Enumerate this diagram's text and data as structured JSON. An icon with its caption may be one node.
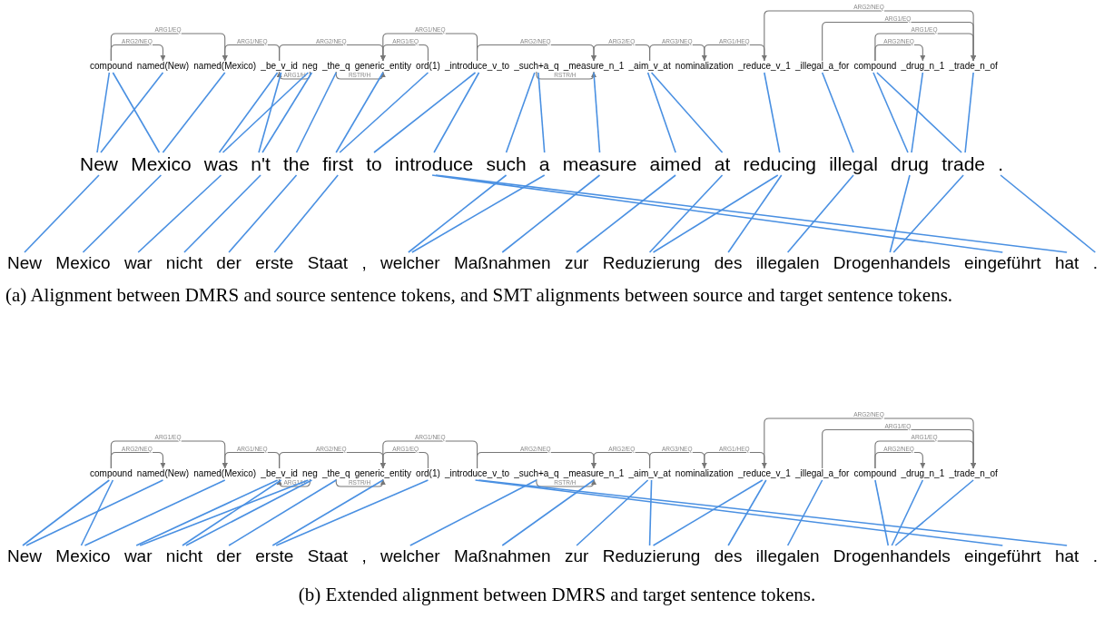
{
  "diagram": {
    "nodes": [
      {
        "text": [
          "compound"
        ]
      },
      {
        "text": [
          "named(New)"
        ]
      },
      {
        "text": [
          "named(Mexico)"
        ]
      },
      {
        "text": [
          "_be_v_id"
        ]
      },
      {
        "text": [
          "neg"
        ]
      },
      {
        "text": [
          "_the_q"
        ]
      },
      {
        "text": [
          "generic_entity"
        ]
      },
      {
        "text": [
          "ord(1)"
        ]
      },
      {
        "text": [
          "_introduce_v_to"
        ]
      },
      {
        "text": [
          "_such+a_q"
        ]
      },
      {
        "text": [
          "_measure_n_1"
        ]
      },
      {
        "text": [
          "_aim_v_at"
        ]
      },
      {
        "text": [
          "nominalization"
        ]
      },
      {
        "text": [
          "_reduce_v_1"
        ]
      },
      {
        "text": [
          "_illegal_a_for"
        ]
      },
      {
        "text": [
          "compound"
        ]
      },
      {
        "text": [
          "_drug_n_1"
        ]
      },
      {
        "text": [
          "_trade_n_of"
        ]
      },
      {
        "text": [
          "New"
        ]
      },
      {
        "text": [
          "Mexico"
        ]
      },
      {
        "text": [
          "was"
        ]
      },
      {
        "text": [
          "n't"
        ]
      },
      {
        "text": [
          "the"
        ]
      },
      {
        "text": [
          "first"
        ]
      },
      {
        "text": [
          "to"
        ]
      },
      {
        "text": [
          "introduce"
        ]
      },
      {
        "text": [
          "such"
        ]
      },
      {
        "text": [
          "a"
        ]
      },
      {
        "text": [
          "measure"
        ]
      },
      {
        "text": [
          "aimed"
        ]
      },
      {
        "text": [
          "at"
        ]
      },
      {
        "text": [
          "reducing"
        ]
      },
      {
        "text": [
          "illegal"
        ]
      },
      {
        "text": [
          "drug"
        ]
      },
      {
        "text": [
          "trade"
        ]
      },
      {
        "text": [
          "."
        ]
      },
      {
        "text": [
          "New"
        ]
      },
      {
        "text": [
          "Mexico"
        ]
      },
      {
        "text": [
          "war"
        ]
      },
      {
        "text": [
          "nicht"
        ]
      },
      {
        "text": [
          "der"
        ]
      },
      {
        "text": [
          "erste"
        ]
      },
      {
        "text": [
          "Staat"
        ]
      },
      {
        "text": [
          ","
        ]
      },
      {
        "text": [
          "welcher"
        ]
      },
      {
        "text": [
          "Maßnahmen"
        ]
      },
      {
        "text": [
          "zur"
        ]
      },
      {
        "text": [
          "Reduzierung"
        ]
      },
      {
        "text": [
          "des"
        ]
      },
      {
        "text": [
          "illegalen"
        ]
      },
      {
        "text": [
          "Drogenhandels"
        ]
      },
      {
        "text": [
          "eingeführt"
        ]
      },
      {
        "text": [
          "hat"
        ]
      },
      {
        "text": [
          "."
        ]
      },
      {
        "text": [
          "compound"
        ]
      },
      {
        "text": [
          "named(New)"
        ]
      },
      {
        "text": [
          "named(Mexico)"
        ]
      },
      {
        "text": [
          "_be_v_id"
        ]
      },
      {
        "text": [
          "neg"
        ]
      },
      {
        "text": [
          "_the_q"
        ]
      },
      {
        "text": [
          "generic_entity"
        ]
      },
      {
        "text": [
          "ord(1)"
        ]
      },
      {
        "text": [
          "_introduce_v_to"
        ]
      },
      {
        "text": [
          "_such+a_q"
        ]
      },
      {
        "text": [
          "_measure_n_1"
        ]
      },
      {
        "text": [
          "_aim_v_at"
        ]
      },
      {
        "text": [
          "nominalization"
        ]
      },
      {
        "text": [
          "_reduce_v_1"
        ]
      },
      {
        "text": [
          "_illegal_a_for"
        ]
      },
      {
        "text": [
          "compound"
        ]
      },
      {
        "text": [
          "_drug_n_1"
        ]
      },
      {
        "text": [
          "_trade_n_of"
        ]
      },
      {
        "text": [
          "New"
        ]
      },
      {
        "text": [
          "Mexico"
        ]
      },
      {
        "text": [
          "war"
        ]
      },
      {
        "text": [
          "nicht"
        ]
      },
      {
        "text": [
          "der"
        ]
      },
      {
        "text": [
          "erste"
        ]
      },
      {
        "text": [
          "Staat"
        ]
      },
      {
        "text": [
          ","
        ]
      },
      {
        "text": [
          "welcher"
        ]
      },
      {
        "text": [
          "Maßnahmen"
        ]
      },
      {
        "text": [
          "zur"
        ]
      },
      {
        "text": [
          "Reduzierung"
        ]
      },
      {
        "text": [
          "des"
        ]
      },
      {
        "text": [
          "illegalen"
        ]
      },
      {
        "text": [
          "Drogenhandels"
        ]
      },
      {
        "text": [
          "eingeführt"
        ]
      },
      {
        "text": [
          "hat"
        ]
      },
      {
        "text": [
          "."
        ]
      }
    ],
    "edges": [
      {
        "from": 0,
        "to": 2,
        "arrow": "to",
        "label": "ARG1/EQ",
        "color": "#777777"
      },
      {
        "from": 0,
        "to": 1,
        "arrow": "to",
        "label": "ARG2/NEQ",
        "color": "#777777"
      },
      {
        "from": 3,
        "to": 2,
        "arrow": "to",
        "label": "ARG1/NEQ",
        "color": "#777777"
      },
      {
        "from": 3,
        "to": 6,
        "arrow": "to",
        "label": "ARG2/NEQ",
        "color": "#777777"
      },
      {
        "from": 7,
        "to": 6,
        "arrow": "to",
        "label": "ARG1/EQ",
        "color": "#777777"
      },
      {
        "from": 8,
        "to": 6,
        "arrow": "to",
        "label": "ARG1/NEQ",
        "color": "#777777"
      },
      {
        "from": 4,
        "to": 3,
        "arrow": "to",
        "label": "ARG1/H",
        "color": "#777777"
      },
      {
        "from": 5,
        "to": 6,
        "arrow": "to",
        "label": "RSTR/H",
        "color": "#777777"
      },
      {
        "from": 8,
        "to": 10,
        "arrow": "to",
        "label": "ARG2/NEQ",
        "color": "#777777"
      },
      {
        "from": 11,
        "to": 10,
        "arrow": "to",
        "label": "ARG2/EQ",
        "color": "#777777"
      },
      {
        "from": 9,
        "to": 10,
        "arrow": "to",
        "label": "RSTR/H",
        "color": "#777777"
      },
      {
        "from": 11,
        "to": 12,
        "arrow": "to",
        "label": "ARG3/NEQ",
        "color": "#777777"
      },
      {
        "from": 12,
        "to": 13,
        "arrow": "to",
        "label": "ARG1/HEQ",
        "color": "#777777"
      },
      {
        "from": 13,
        "to": 17,
        "arrow": "to",
        "label": "ARG2/NEQ",
        "color": "#777777"
      },
      {
        "from": 14,
        "to": 17,
        "arrow": "to",
        "label": "ARG1/EQ",
        "color": "#777777"
      },
      {
        "from": 15,
        "to": 17,
        "arrow": "to",
        "label": "ARG1/EQ",
        "color": "#777777"
      },
      {
        "from": 15,
        "to": 16,
        "arrow": "to",
        "label": "ARG2/NEQ",
        "color": "#777777"
      },
      {
        "from": 0,
        "to": 18,
        "arrow": "none"
      },
      {
        "from": 0,
        "to": 19,
        "arrow": "none"
      },
      {
        "from": 1,
        "to": 18,
        "arrow": "none"
      },
      {
        "from": 2,
        "to": 19,
        "arrow": "none"
      },
      {
        "from": 3,
        "to": 20,
        "arrow": "none"
      },
      {
        "from": 3,
        "to": 21,
        "arrow": "none"
      },
      {
        "from": 4,
        "to": 20,
        "arrow": "none"
      },
      {
        "from": 4,
        "to": 21,
        "arrow": "none"
      },
      {
        "from": 5,
        "to": 22,
        "arrow": "none"
      },
      {
        "from": 6,
        "to": 23,
        "arrow": "none"
      },
      {
        "from": 7,
        "to": 23,
        "arrow": "none"
      },
      {
        "from": 8,
        "to": 24,
        "arrow": "none"
      },
      {
        "from": 8,
        "to": 25,
        "arrow": "none"
      },
      {
        "from": 9,
        "to": 26,
        "arrow": "none"
      },
      {
        "from": 9,
        "to": 27,
        "arrow": "none"
      },
      {
        "from": 10,
        "to": 28,
        "arrow": "none"
      },
      {
        "from": 11,
        "to": 29,
        "arrow": "none"
      },
      {
        "from": 11,
        "to": 30,
        "arrow": "none"
      },
      {
        "from": 13,
        "to": 31,
        "arrow": "none"
      },
      {
        "from": 14,
        "to": 32,
        "arrow": "none"
      },
      {
        "from": 15,
        "to": 33,
        "arrow": "none"
      },
      {
        "from": 15,
        "to": 34,
        "arrow": "none"
      },
      {
        "from": 16,
        "to": 33,
        "arrow": "none"
      },
      {
        "from": 17,
        "to": 34,
        "arrow": "none"
      },
      {
        "from": 18,
        "to": 36,
        "arrow": "none"
      },
      {
        "from": 19,
        "to": 37,
        "arrow": "none"
      },
      {
        "from": 20,
        "to": 38,
        "arrow": "none"
      },
      {
        "from": 21,
        "to": 39,
        "arrow": "none"
      },
      {
        "from": 22,
        "to": 40,
        "arrow": "none"
      },
      {
        "from": 23,
        "to": 41,
        "arrow": "none"
      },
      {
        "from": 25,
        "to": 51,
        "arrow": "none"
      },
      {
        "from": 25,
        "to": 52,
        "arrow": "none"
      },
      {
        "from": 26,
        "to": 44,
        "arrow": "none"
      },
      {
        "from": 27,
        "to": 44,
        "arrow": "none"
      },
      {
        "from": 28,
        "to": 45,
        "arrow": "none"
      },
      {
        "from": 29,
        "to": 46,
        "arrow": "none"
      },
      {
        "from": 30,
        "to": 47,
        "arrow": "none"
      },
      {
        "from": 31,
        "to": 47,
        "arrow": "none"
      },
      {
        "from": 31,
        "to": 48,
        "arrow": "none"
      },
      {
        "from": 32,
        "to": 49,
        "arrow": "none"
      },
      {
        "from": 33,
        "to": 50,
        "arrow": "none"
      },
      {
        "from": 34,
        "to": 50,
        "arrow": "none"
      },
      {
        "from": 35,
        "to": 53,
        "arrow": "none"
      },
      {
        "from": 54,
        "to": 56,
        "arrow": "to",
        "label": "ARG1/EQ",
        "color": "#777777"
      },
      {
        "from": 54,
        "to": 55,
        "arrow": "to",
        "label": "ARG2/NEQ",
        "color": "#777777"
      },
      {
        "from": 57,
        "to": 56,
        "arrow": "to",
        "label": "ARG1/NEQ",
        "color": "#777777"
      },
      {
        "from": 57,
        "to": 60,
        "arrow": "to",
        "label": "ARG2/NEQ",
        "color": "#777777"
      },
      {
        "from": 61,
        "to": 60,
        "arrow": "to",
        "label": "ARG1/EQ",
        "color": "#777777"
      },
      {
        "from": 62,
        "to": 60,
        "arrow": "to",
        "label": "ARG1/NEQ",
        "color": "#777777"
      },
      {
        "from": 58,
        "to": 57,
        "arrow": "to",
        "label": "ARG1/H",
        "color": "#777777"
      },
      {
        "from": 59,
        "to": 60,
        "arrow": "to",
        "label": "RSTR/H",
        "color": "#777777"
      },
      {
        "from": 62,
        "to": 64,
        "arrow": "to",
        "label": "ARG2/NEQ",
        "color": "#777777"
      },
      {
        "from": 65,
        "to": 64,
        "arrow": "to",
        "label": "ARG2/EQ",
        "color": "#777777"
      },
      {
        "from": 63,
        "to": 64,
        "arrow": "to",
        "label": "RSTR/H",
        "color": "#777777"
      },
      {
        "from": 65,
        "to": 66,
        "arrow": "to",
        "label": "ARG3/NEQ",
        "color": "#777777"
      },
      {
        "from": 66,
        "to": 67,
        "arrow": "to",
        "label": "ARG1/HEQ",
        "color": "#777777"
      },
      {
        "from": 67,
        "to": 71,
        "arrow": "to",
        "label": "ARG2/NEQ",
        "color": "#777777"
      },
      {
        "from": 68,
        "to": 71,
        "arrow": "to",
        "label": "ARG1/EQ",
        "color": "#777777"
      },
      {
        "from": 69,
        "to": 71,
        "arrow": "to",
        "label": "ARG1/EQ",
        "color": "#777777"
      },
      {
        "from": 69,
        "to": 70,
        "arrow": "to",
        "label": "ARG2/NEQ",
        "color": "#777777"
      },
      {
        "from": 54,
        "to": 72,
        "arrow": "none"
      },
      {
        "from": 54,
        "to": 73,
        "arrow": "none"
      },
      {
        "from": 55,
        "to": 72,
        "arrow": "none"
      },
      {
        "from": 56,
        "to": 73,
        "arrow": "none"
      },
      {
        "from": 57,
        "to": 74,
        "arrow": "none"
      },
      {
        "from": 57,
        "to": 75,
        "arrow": "none"
      },
      {
        "from": 58,
        "to": 74,
        "arrow": "none"
      },
      {
        "from": 58,
        "to": 75,
        "arrow": "none"
      },
      {
        "from": 59,
        "to": 76,
        "arrow": "none"
      },
      {
        "from": 60,
        "to": 77,
        "arrow": "none"
      },
      {
        "from": 61,
        "to": 77,
        "arrow": "none"
      },
      {
        "from": 62,
        "to": 87,
        "arrow": "none"
      },
      {
        "from": 62,
        "to": 88,
        "arrow": "none"
      },
      {
        "from": 63,
        "to": 80,
        "arrow": "none"
      },
      {
        "from": 64,
        "to": 81,
        "arrow": "none"
      },
      {
        "from": 65,
        "to": 82,
        "arrow": "none"
      },
      {
        "from": 65,
        "to": 83,
        "arrow": "none"
      },
      {
        "from": 67,
        "to": 83,
        "arrow": "none"
      },
      {
        "from": 67,
        "to": 84,
        "arrow": "none"
      },
      {
        "from": 68,
        "to": 85,
        "arrow": "none"
      },
      {
        "from": 69,
        "to": 86,
        "arrow": "none"
      },
      {
        "from": 70,
        "to": 86,
        "arrow": "none"
      },
      {
        "from": 71,
        "to": 86,
        "arrow": "none"
      }
    ],
    "labels": [
      "(a) Alignment between DMRS and source sentence tokens, and SMT alignments between source and target sentence tokens.",
      "(b) Extended alignment between DMRS and target sentence tokens."
    ]
  }
}
